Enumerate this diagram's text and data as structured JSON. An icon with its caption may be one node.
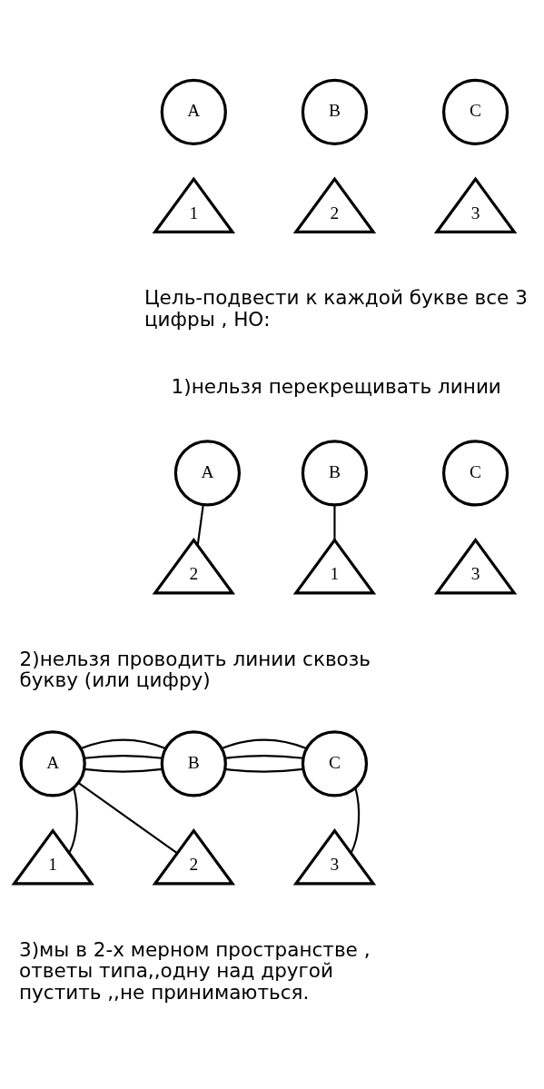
{
  "diagram": {
    "nodes": [
      {
        "text": [
          "A"
        ]
      },
      {
        "text": [
          "B"
        ]
      },
      {
        "text": [
          "C"
        ]
      },
      {
        "text": [
          "1"
        ]
      },
      {
        "text": [
          "2"
        ]
      },
      {
        "text": [
          "3"
        ]
      },
      {
        "text": [
          "A"
        ]
      },
      {
        "text": [
          "B"
        ]
      },
      {
        "text": [
          "C"
        ]
      },
      {
        "text": [
          "1"
        ]
      },
      {
        "text": [
          "2"
        ]
      },
      {
        "text": [
          "3"
        ]
      },
      {
        "text": [
          "A"
        ]
      },
      {
        "text": [
          "B"
        ]
      },
      {
        "text": [
          "C"
        ]
      },
      {
        "text": [
          "1"
        ]
      },
      {
        "text": [
          "2"
        ]
      },
      {
        "text": [
          "3"
        ]
      }
    ],
    "edges": [
      {
        "from": 6,
        "to": 10,
        "arrow": "none"
      },
      {
        "from": 7,
        "to": 9,
        "arrow": "none"
      },
      {
        "from": 12,
        "to": 13,
        "arrow": "none"
      },
      {
        "from": 12,
        "to": 13,
        "arrow": "none"
      },
      {
        "from": 12,
        "to": 13,
        "arrow": "none"
      },
      {
        "from": 13,
        "to": 14,
        "arrow": "none"
      },
      {
        "from": 13,
        "to": 14,
        "arrow": "none"
      },
      {
        "from": 13,
        "to": 14,
        "arrow": "none"
      },
      {
        "from": 12,
        "to": 15,
        "arrow": "none"
      },
      {
        "from": 12,
        "to": 16,
        "arrow": "none"
      },
      {
        "from": 14,
        "to": 17,
        "arrow": "none"
      }
    ],
    "labels": [
      "Цель-подвести к каждой букве все 3 цифры , НО:",
      "1)нельзя перекрещивать линии",
      "2)нельзя проводить линии сквозь букву (или цифру)",
      "3)мы в 2-х мерном пространстве , ответы типа,,одну над другой пустить ,,не принимаються."
    ]
  }
}
